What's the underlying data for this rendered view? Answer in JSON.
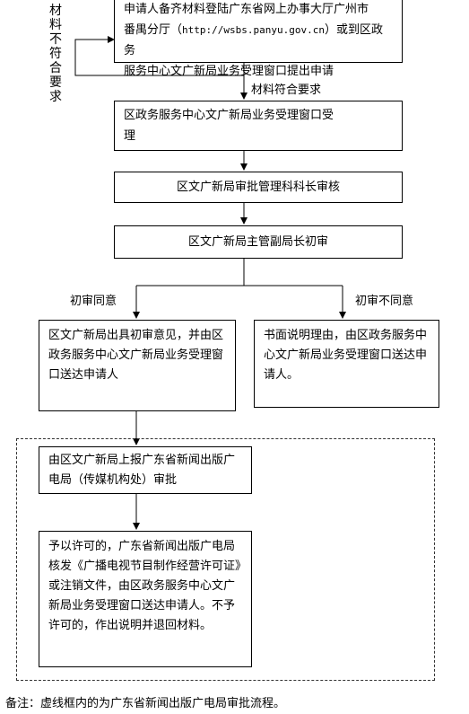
{
  "steps": {
    "apply_line1": "申请人备齐材料登陆广东省网上办事大厅广州市",
    "apply_line2_a": "番禺分厅（",
    "apply_url": "http://wsbs.panyu.gov.cn",
    "apply_line2_b": "）或到区政务",
    "apply_line3": "服务中心文广新局业务受理窗口提出申请",
    "accept_line1": "区政务服务中心文广新局业务受理窗口受",
    "accept_line2": "理",
    "review": "区文广新局审批管理科科长审核",
    "prelim": "区文广新局主管副局长初审",
    "agree_out": "区文广新局出具初审意见，并由区政务服务中心文广新局业务受理窗口送达申请人",
    "disagree_out": "书面说明理由，由区政务服务中心文广新局业务受理窗口送达申请人。",
    "report": "由区文广新局上报广东省新闻出版广电局（传媒机构处）审批",
    "final": "予以许可的，广东省新闻出版广电局核发《广播电视节目制作经营许可证》或注销文件，由区政务服务中心文广新局业务受理窗口送达申请人。不予许可的，作出说明并退回材料。"
  },
  "labels": {
    "not_compliant": "材料不符合要求",
    "compliant": "材料符合要求",
    "agree": "初审同意",
    "disagree": "初审不同意"
  },
  "note": "备注：虚线框内的为广东省新闻出版广电局审批流程。"
}
